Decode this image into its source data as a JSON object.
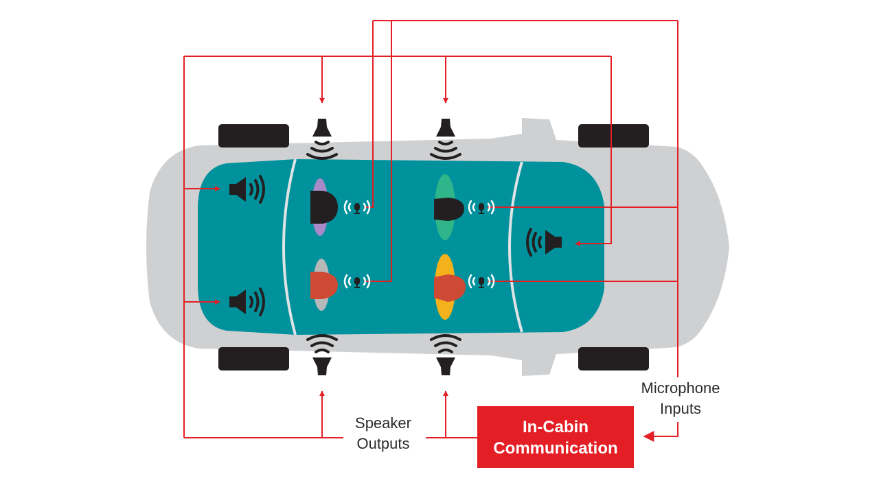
{
  "labels": {
    "speaker_line1": "Speaker",
    "speaker_line2": "Outputs",
    "mic_line1": "Microphone",
    "mic_line2": "Inputs",
    "box_line1": "In-Cabin",
    "box_line2": "Communication"
  },
  "colors": {
    "accent": "#e31e24",
    "cabin": "#00929c",
    "body": "#cfd0d2",
    "tire": "#231f20",
    "device": "#231f20"
  },
  "icons": [
    "speaker-icon",
    "microphone-icon",
    "passenger-icon"
  ]
}
